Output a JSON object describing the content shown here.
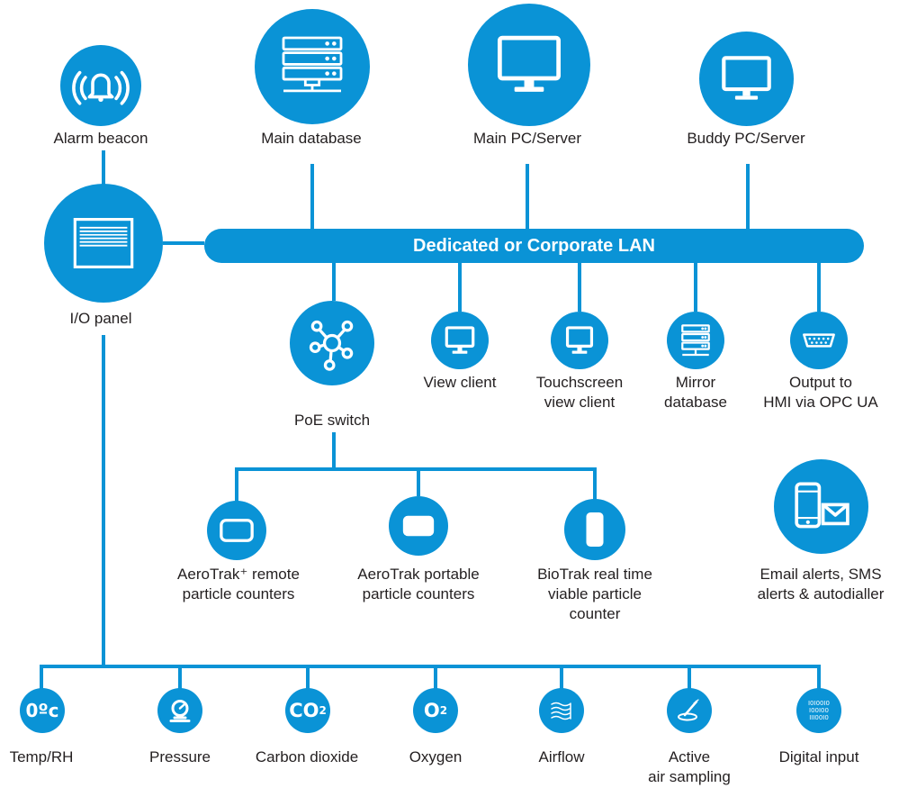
{
  "lan": {
    "label": "Dedicated or Corporate LAN"
  },
  "nodes": {
    "alarm_beacon": {
      "label": "Alarm beacon",
      "icon": "alarm-bell-icon"
    },
    "main_database": {
      "label": "Main database",
      "icon": "server-rack-icon"
    },
    "main_pc": {
      "label": "Main PC/Server",
      "icon": "monitor-icon"
    },
    "buddy_pc": {
      "label": "Buddy PC/Server",
      "icon": "monitor-icon"
    },
    "io_panel": {
      "label": "I/O panel",
      "icon": "panel-icon"
    },
    "poe_switch": {
      "label": "PoE switch",
      "icon": "network-hub-icon"
    },
    "view_client": {
      "label": "View client",
      "icon": "monitor-icon"
    },
    "touchscreen": {
      "line1": "Touchscreen",
      "line2": "view client",
      "icon": "monitor-icon"
    },
    "mirror_db": {
      "line1": "Mirror",
      "line2": "database",
      "icon": "server-rack-icon"
    },
    "opc_output": {
      "line1": "Output to",
      "line2": "HMI via OPC UA",
      "icon": "serial-connector-icon"
    },
    "aerotrak_remote": {
      "line1": "AeroTrak⁺ remote",
      "line2": "particle counters",
      "icon": "rounded-rect-icon"
    },
    "aerotrak_portable": {
      "line1": "AeroTrak portable",
      "line2": "particle counters",
      "icon": "rounded-rect-icon"
    },
    "biotrak": {
      "line1": "BioTrak real time",
      "line2": "viable particle",
      "line3": "counter",
      "icon": "tall-rect-icon"
    },
    "alerts": {
      "line1": "Email alerts, SMS",
      "line2": "alerts & autodialler",
      "icon": "phone-mail-icon"
    }
  },
  "sensors": {
    "temp_rh": {
      "label": "Temp/RH",
      "glyph": "0ºc"
    },
    "pressure": {
      "label": "Pressure",
      "icon": "gauge-icon"
    },
    "co2": {
      "label": "Carbon dioxide",
      "glyph": "CO",
      "sub": "2"
    },
    "oxygen": {
      "label": "Oxygen",
      "glyph": "O",
      "sub": "2"
    },
    "airflow": {
      "label": "Airflow",
      "icon": "airflow-icon"
    },
    "active_air": {
      "line1": "Active",
      "line2": "air sampling",
      "icon": "petri-dish-icon"
    },
    "digital_input": {
      "label": "Digital input",
      "digits": [
        "I0I00I0",
        "I00I00",
        "III00I0"
      ]
    }
  },
  "colors": {
    "accent": "#0a93d6",
    "text": "#231f20"
  }
}
